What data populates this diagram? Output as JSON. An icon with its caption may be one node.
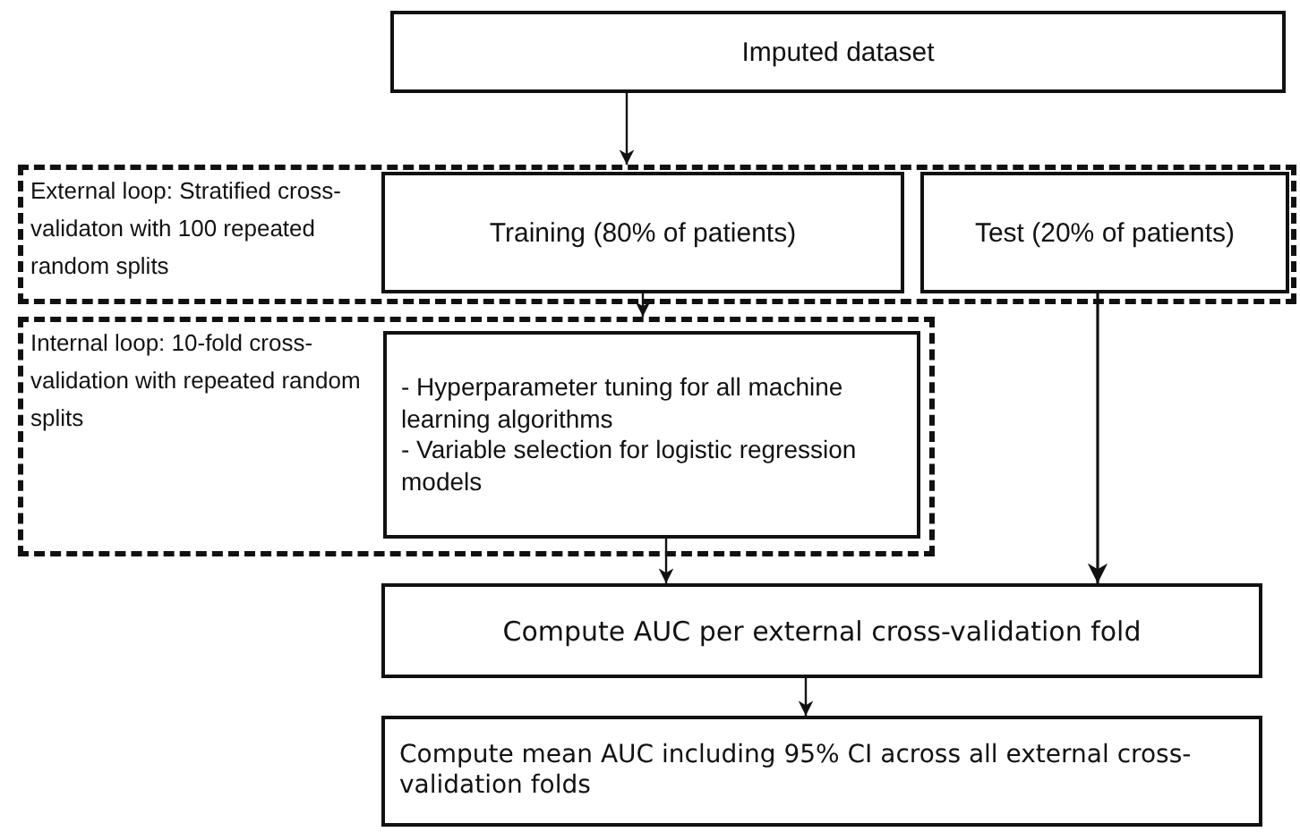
{
  "diagram": {
    "nodes": [
      {
        "text": [
          "Imputed dataset"
        ]
      },
      {
        "text": [
          "External loop: Stratified cross-validaton with 100 repeated random splits"
        ]
      },
      {
        "text": [
          "Training (80% of patients)"
        ],
        "in": 1
      },
      {
        "text": [
          "Test (20% of patients)"
        ],
        "in": 1
      },
      {
        "text": [
          "Internal loop: 10-fold cross-validation with repeated random splits"
        ]
      },
      {
        "text": [
          "- Hyperparameter tuning for all machine learning algorithms",
          "- Variable selection for logistic regression models"
        ],
        "in": 4
      },
      {
        "text": [
          "Compute AUC per external cross-validation fold"
        ]
      },
      {
        "text": [
          "Compute mean AUC including 95% CI across all external cross-validation folds"
        ]
      }
    ],
    "edges": [
      {
        "from": 0,
        "to": 1,
        "arrow": "to"
      },
      {
        "from": 2,
        "to": 4,
        "arrow": "to"
      },
      {
        "from": 5,
        "to": 6,
        "arrow": "to"
      },
      {
        "from": 3,
        "to": 6,
        "arrow": "to"
      },
      {
        "from": 6,
        "to": 7,
        "arrow": "to"
      }
    ]
  }
}
